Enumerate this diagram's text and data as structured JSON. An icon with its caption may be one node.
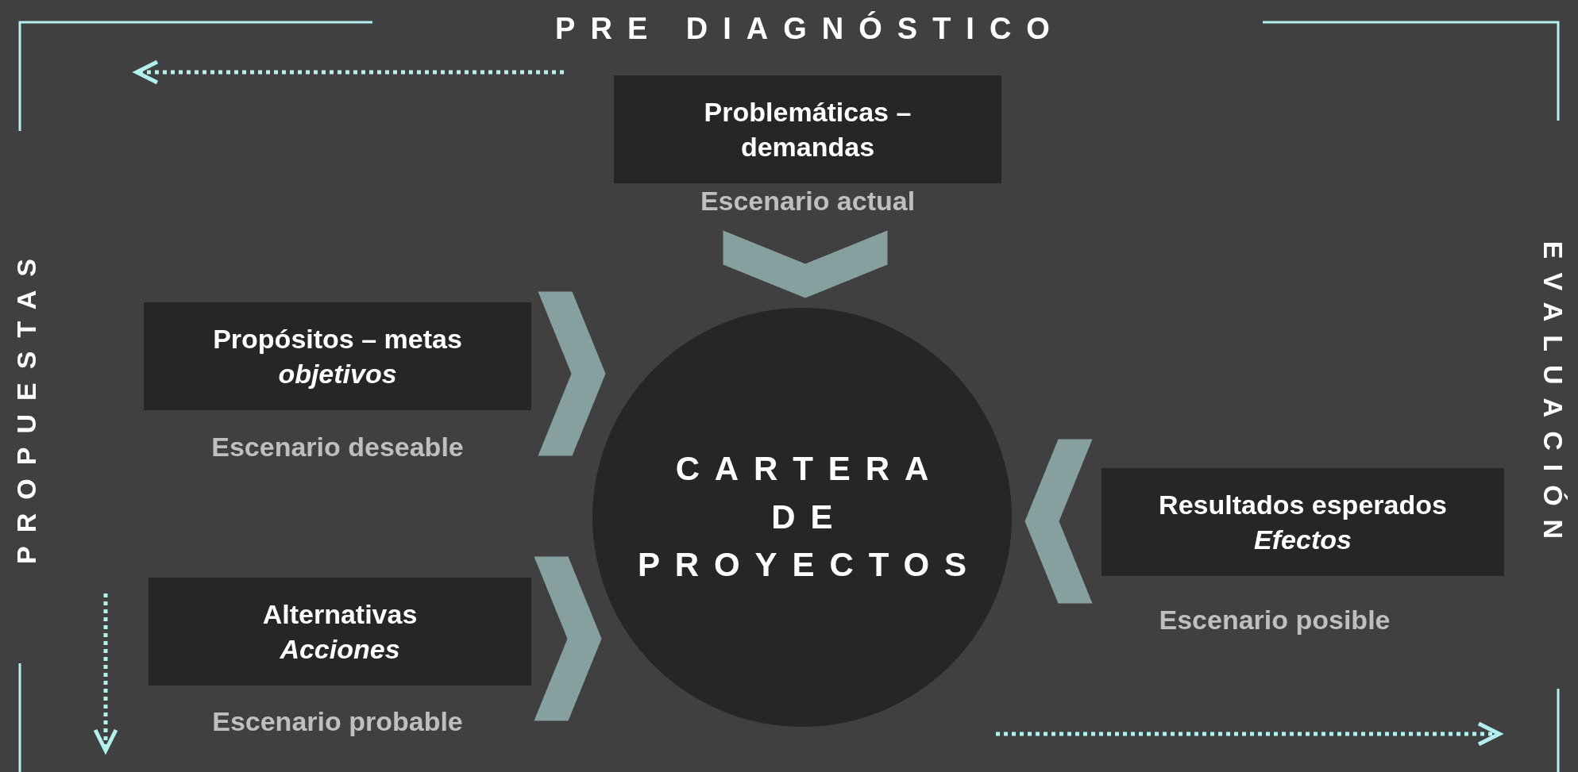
{
  "diagram": {
    "title": "PRE DIAGNÓSTICO",
    "nodes": [
      {
        "text": [
          "Problemáticas – demandas"
        ],
        "beside": [
          "Escenario actual"
        ]
      },
      {
        "text": [
          "Propósitos – metas",
          "objetivos"
        ],
        "beside": [
          "Escenario deseable"
        ]
      },
      {
        "text": [
          "Alternativas",
          "Acciones"
        ],
        "beside": [
          "Escenario probable"
        ]
      },
      {
        "text": [
          "CARTERA DE PROYECTOS"
        ]
      },
      {
        "text": [
          "Resultados esperados",
          "Efectos"
        ],
        "beside": [
          "Escenario posible"
        ]
      }
    ],
    "edges": [
      {
        "from": 0,
        "to": 3,
        "arrow": "to"
      },
      {
        "from": 1,
        "to": 3,
        "arrow": "to"
      },
      {
        "from": 2,
        "to": 3,
        "arrow": "to"
      },
      {
        "from": 4,
        "to": 3,
        "arrow": "to"
      }
    ],
    "labels": [
      "PROPUESTAS",
      "EVALUACIÓN"
    ]
  }
}
